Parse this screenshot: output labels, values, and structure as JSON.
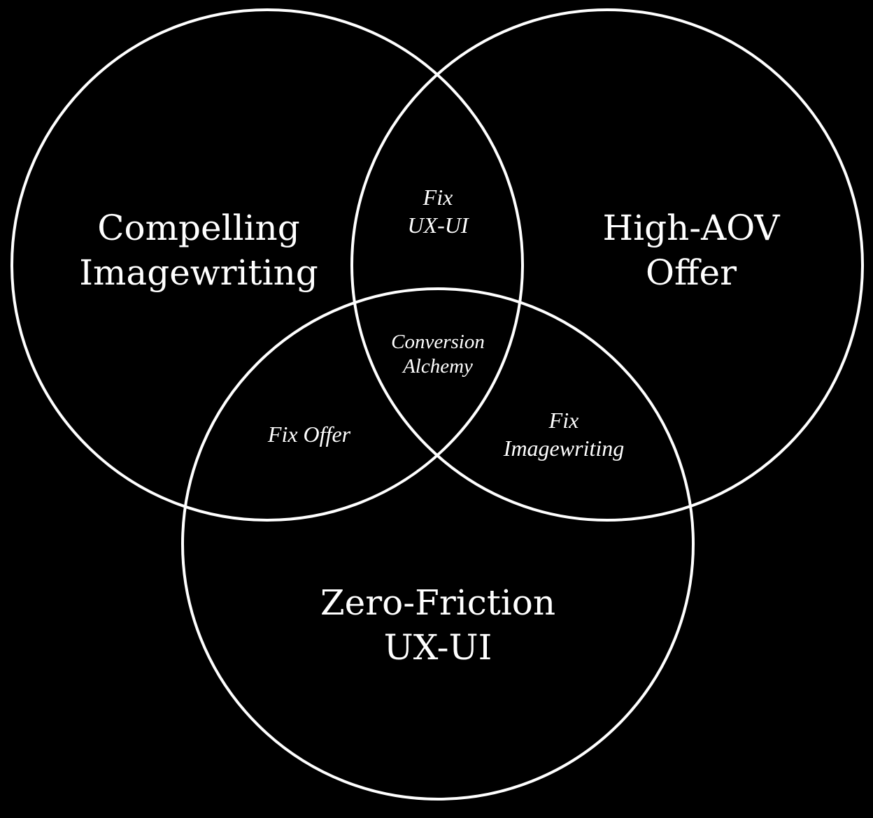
{
  "diagram": {
    "type": "venn",
    "line_color": "#ffffff",
    "background": "#000000",
    "sets": [
      {
        "lines": [
          "Compelling",
          "Imagewriting"
        ]
      },
      {
        "lines": [
          "High-AOV",
          "Offer"
        ]
      },
      {
        "lines": [
          "Zero-Friction",
          "UX-UI"
        ]
      }
    ],
    "overlaps": {
      "top": {
        "lines": [
          "Fix",
          "UX-UI"
        ]
      },
      "left": {
        "lines": [
          "Fix Offer"
        ]
      },
      "right": {
        "lines": [
          "Fix",
          "Imagewriting"
        ]
      },
      "center": {
        "lines": [
          "Conversion",
          "Alchemy"
        ]
      }
    }
  }
}
